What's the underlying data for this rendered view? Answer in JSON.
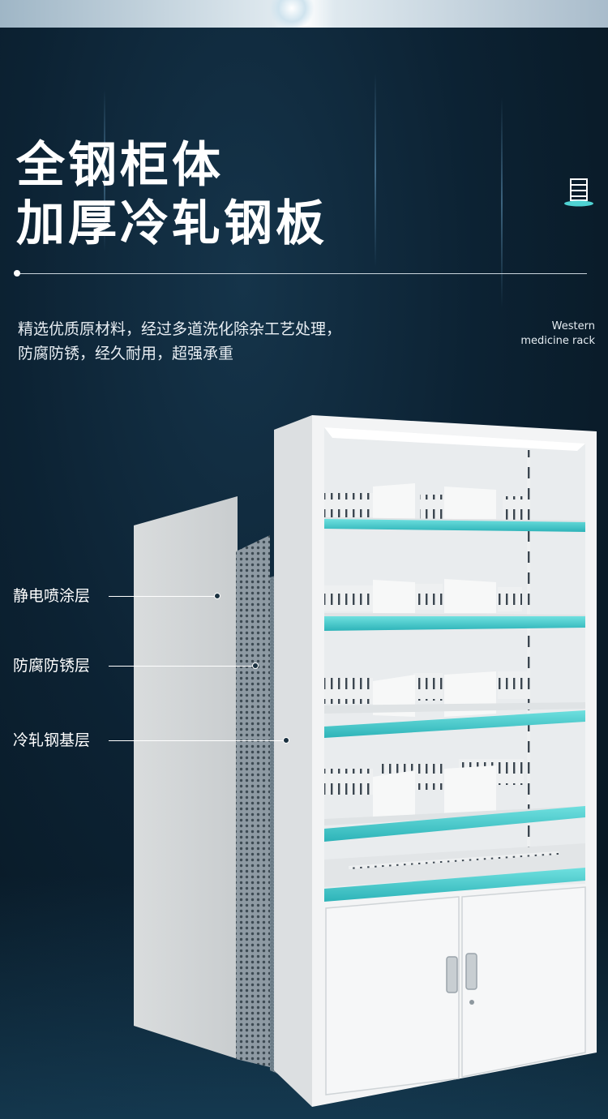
{
  "hero": {
    "title_line1": "全钢柜体",
    "title_line2": "加厚冷轧钢板",
    "desc_line1": "精选优质原材料，经过多道洗化除杂工艺处理，",
    "desc_line2": "防腐防锈，经久耐用，超强承重"
  },
  "brand": {
    "line1": "Western",
    "line2": "medicine rack",
    "icon": "rack-icon"
  },
  "layers": [
    {
      "label": "静电喷涂层"
    },
    {
      "label": "防腐防锈层"
    },
    {
      "label": "冷轧钢基层"
    }
  ],
  "colors": {
    "background": "#0c2233",
    "accent_teal": "#4fd3d3",
    "cabinet_white": "#f1f3f4"
  }
}
